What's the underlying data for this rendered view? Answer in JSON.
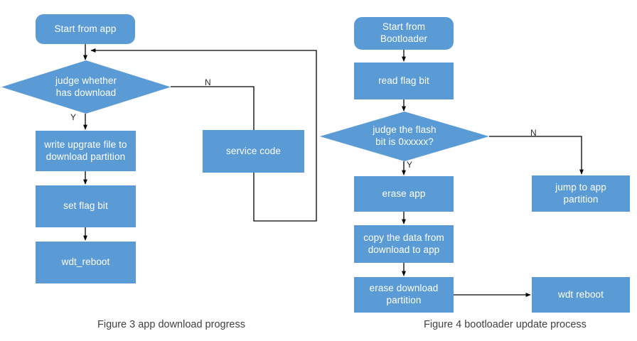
{
  "diagram": {
    "type": "flowchart",
    "colors": {
      "node_fill": "#5B9BD5",
      "node_text": "#FFFFFF",
      "edge_stroke": "#000000",
      "caption_text": "#404040",
      "background": "#FFFFFF"
    },
    "figures": [
      {
        "id": "figure-3",
        "caption": "Figure 3 app download progress",
        "nodes": [
          {
            "id": "start-from-app",
            "label": "Start from app",
            "shape": "terminator"
          },
          {
            "id": "judge-has-download",
            "label": "judge whether\nhas download",
            "shape": "decision"
          },
          {
            "id": "write-upgrade-file",
            "label": "write upgrate file to\ndownload partition",
            "shape": "process"
          },
          {
            "id": "set-flag-bit",
            "label": "set flag bit",
            "shape": "process"
          },
          {
            "id": "wdt-reboot-app",
            "label": "wdt_reboot",
            "shape": "process"
          },
          {
            "id": "service-code",
            "label": "service code",
            "shape": "process"
          }
        ],
        "edge_labels": [
          {
            "id": "branch-yes",
            "label": "Y"
          },
          {
            "id": "branch-no",
            "label": "N"
          }
        ]
      },
      {
        "id": "figure-4",
        "caption": "Figure 4 bootloader update process",
        "nodes": [
          {
            "id": "start-from-bootloader",
            "label": "Start from\nBootloader",
            "shape": "terminator"
          },
          {
            "id": "read-flag-bit",
            "label": "read flag bit",
            "shape": "process"
          },
          {
            "id": "judge-flash-bit",
            "label": "judge the flash\nbit is 0xxxxx?",
            "shape": "decision"
          },
          {
            "id": "erase-app",
            "label": "erase app",
            "shape": "process"
          },
          {
            "id": "copy-data",
            "label": "copy the data from\ndownload to app",
            "shape": "process"
          },
          {
            "id": "erase-download",
            "label": "erase download\npartition",
            "shape": "process"
          },
          {
            "id": "jump-to-app",
            "label": "jump to app\npartition",
            "shape": "process"
          },
          {
            "id": "wdt-reboot-bl",
            "label": "wdt reboot",
            "shape": "process"
          }
        ],
        "edge_labels": [
          {
            "id": "branch-yes",
            "label": "Y"
          },
          {
            "id": "branch-no",
            "label": "N"
          }
        ]
      }
    ]
  }
}
